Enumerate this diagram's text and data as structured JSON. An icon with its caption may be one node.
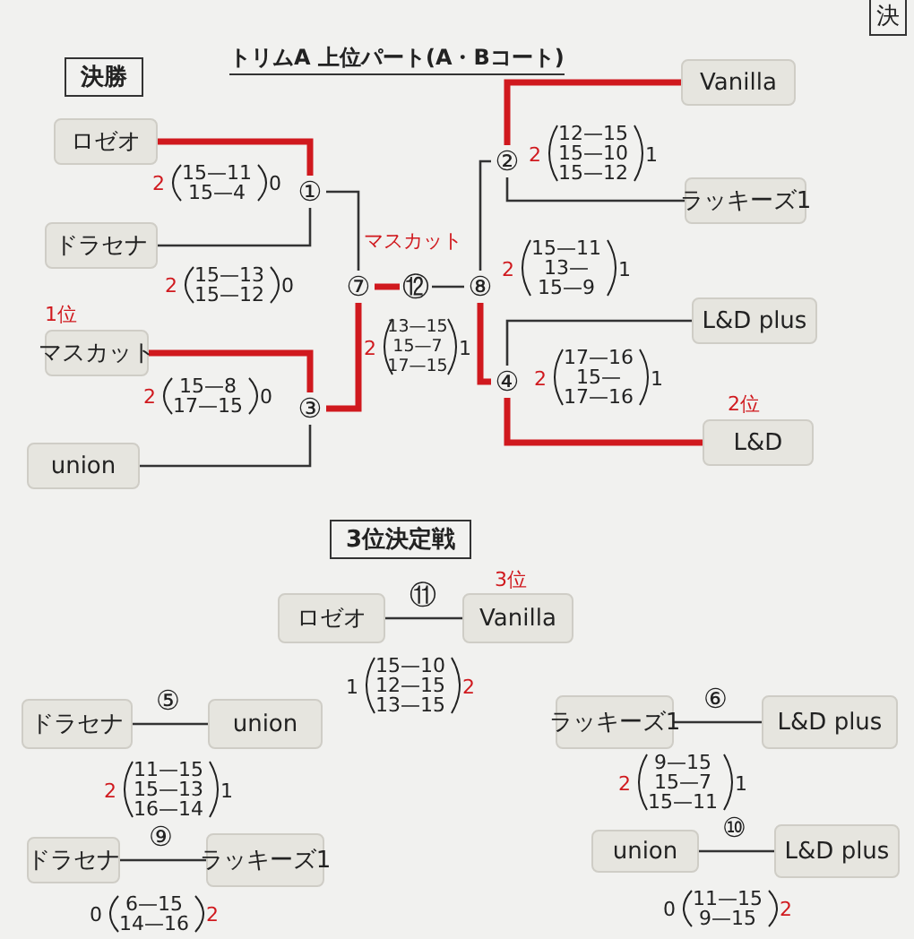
{
  "diagram": {
    "title": "トリムA 上位パート(A・Bコート)",
    "nodes": [
      {
        "text": [
          "ロゼオ"
        ]
      },
      {
        "text": [
          "ドラセナ"
        ]
      },
      {
        "text": [
          "マスカット"
        ],
        "beside": [
          "1位"
        ]
      },
      {
        "text": [
          "union"
        ]
      },
      {
        "text": [
          "Vanilla"
        ]
      },
      {
        "text": [
          "ラッキーズ1"
        ]
      },
      {
        "text": [
          "L&D plus"
        ]
      },
      {
        "text": [
          "L&D"
        ],
        "beside": [
          "2位"
        ]
      },
      {
        "text": [
          "①"
        ]
      },
      {
        "text": [
          "③"
        ]
      },
      {
        "text": [
          "⑦"
        ]
      },
      {
        "text": [
          "②"
        ]
      },
      {
        "text": [
          "④"
        ]
      },
      {
        "text": [
          "⑧"
        ]
      },
      {
        "text": [
          "⑫"
        ],
        "beside": [
          "マスカット"
        ]
      },
      {
        "text": [
          "ロゼオ"
        ]
      },
      {
        "text": [
          "Vanilla"
        ],
        "beside": [
          "3位"
        ]
      },
      {
        "text": [
          "ドラセナ"
        ]
      },
      {
        "text": [
          "union"
        ]
      },
      {
        "text": [
          "ドラセナ"
        ]
      },
      {
        "text": [
          "ラッキーズ1"
        ]
      },
      {
        "text": [
          "ラッキーズ1"
        ]
      },
      {
        "text": [
          "L&D plus"
        ]
      },
      {
        "text": [
          "union"
        ]
      },
      {
        "text": [
          "L&D plus"
        ]
      }
    ],
    "edges": [
      {
        "from": 0,
        "to": 8,
        "arrow": "none",
        "style": "thick",
        "color": "#d0191e"
      },
      {
        "from": 1,
        "to": 8,
        "arrow": "none"
      },
      {
        "from": 2,
        "to": 9,
        "arrow": "none",
        "style": "thick",
        "color": "#d0191e"
      },
      {
        "from": 3,
        "to": 9,
        "arrow": "none"
      },
      {
        "from": 8,
        "to": 10,
        "arrow": "none"
      },
      {
        "from": 9,
        "to": 10,
        "arrow": "none",
        "style": "thick",
        "color": "#d0191e"
      },
      {
        "from": 4,
        "to": 11,
        "arrow": "none",
        "style": "thick",
        "color": "#d0191e"
      },
      {
        "from": 5,
        "to": 11,
        "arrow": "none"
      },
      {
        "from": 6,
        "to": 12,
        "arrow": "none"
      },
      {
        "from": 7,
        "to": 12,
        "arrow": "none",
        "style": "thick",
        "color": "#d0191e"
      },
      {
        "from": 11,
        "to": 13,
        "arrow": "none"
      },
      {
        "from": 12,
        "to": 13,
        "arrow": "none",
        "style": "thick",
        "color": "#d0191e"
      },
      {
        "from": 10,
        "to": 14,
        "arrow": "none",
        "style": "thick",
        "color": "#d0191e"
      },
      {
        "from": 13,
        "to": 14,
        "arrow": "none"
      },
      {
        "from": 15,
        "to": 16,
        "arrow": "none",
        "label": "⑪"
      },
      {
        "from": 17,
        "to": 18,
        "arrow": "none",
        "label": "⑤"
      },
      {
        "from": 19,
        "to": 20,
        "arrow": "none",
        "label": "⑨"
      },
      {
        "from": 21,
        "to": 22,
        "arrow": "none",
        "label": "⑥"
      },
      {
        "from": 23,
        "to": 24,
        "arrow": "none",
        "label": "⑩"
      }
    ],
    "labels": [
      "決勝",
      "2",
      "15—11",
      "15—4",
      "0",
      "2",
      "15—13",
      "15—12",
      "0",
      "2",
      "15—8",
      "17—15",
      "0",
      "2",
      "13—15",
      "15—7",
      "17—15",
      "1",
      "2",
      "12—15",
      "15—10",
      "15—12",
      "1",
      "2",
      "15—11",
      "13—",
      "15—9",
      "1",
      "2",
      "17—16",
      "15—",
      "17—16",
      "1",
      "3位決定戦",
      "1",
      "15—10",
      "12—15",
      "13—15",
      "2",
      "2",
      "11—15",
      "15—13",
      "16—14",
      "1",
      "2",
      "9—15",
      "15—7",
      "15—11",
      "1",
      "0",
      "6—15",
      "14—16",
      "2",
      "0",
      "11—15",
      "9—15",
      "2",
      "決"
    ]
  }
}
